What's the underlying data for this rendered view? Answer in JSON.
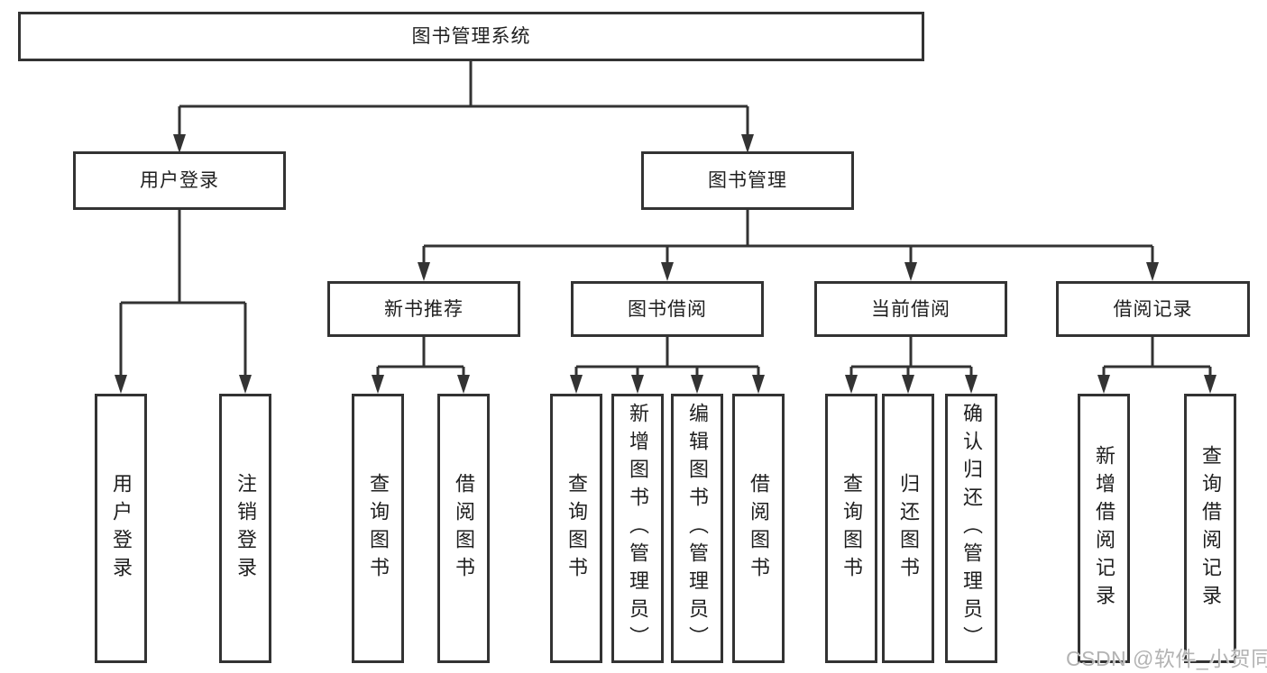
{
  "page": {
    "background": "#ffffff"
  },
  "colors": {
    "box_border": "#333333",
    "connector_line": "#333333",
    "box_fill": "#ffffff",
    "text": "#1f1f1f",
    "watermark": "#b3b3b3"
  },
  "watermark": {
    "text": "CSDN @软件_小贺同学"
  },
  "tree": {
    "root": {
      "label": "图书管理系统",
      "children": [
        {
          "label": "用户登录",
          "children": [
            {
              "label": "用户登录"
            },
            {
              "label": "注销登录"
            }
          ]
        },
        {
          "label": "图书管理",
          "children": [
            {
              "label": "新书推荐",
              "children": [
                {
                  "label": "查询图书"
                },
                {
                  "label": "借阅图书"
                }
              ]
            },
            {
              "label": "图书借阅",
              "children": [
                {
                  "label": "查询图书"
                },
                {
                  "label": "新增图书（管理员）"
                },
                {
                  "label": "编辑图书（管理员）"
                },
                {
                  "label": "借阅图书"
                }
              ]
            },
            {
              "label": "当前借阅",
              "children": [
                {
                  "label": "查询图书"
                },
                {
                  "label": "归还图书"
                },
                {
                  "label": "确认归还（管理员）"
                }
              ]
            },
            {
              "label": "借阅记录",
              "children": [
                {
                  "label": "新增借阅记录"
                },
                {
                  "label": "查询借阅记录"
                }
              ]
            }
          ]
        }
      ]
    }
  }
}
